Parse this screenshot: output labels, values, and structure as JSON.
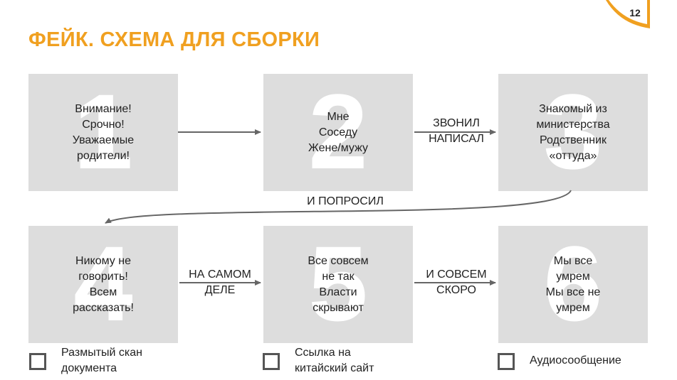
{
  "page_number": "12",
  "title": "ФЕЙК. СХЕМА ДЛЯ СБОРКИ",
  "colors": {
    "accent": "#f0a020",
    "box": "#dddddd",
    "arrow": "#666666"
  },
  "boxes": [
    {
      "number": "1",
      "lines": [
        "Внимание!",
        "Срочно!",
        "Уважаемые",
        "родители!"
      ]
    },
    {
      "number": "2",
      "lines": [
        "Мне",
        "Соседу",
        "Жене/мужу"
      ]
    },
    {
      "number": "3",
      "lines": [
        "Знакомый из",
        "министерства",
        "Родственник",
        "«оттуда»"
      ]
    },
    {
      "number": "4",
      "lines": [
        "Никому не",
        "говорить!",
        "Всем",
        "рассказать!"
      ]
    },
    {
      "number": "5",
      "lines": [
        "Все совсем",
        "не так",
        "Власти",
        "скрывают"
      ]
    },
    {
      "number": "6",
      "lines": [
        "Мы все",
        "умрем",
        "Мы все не",
        "умрем"
      ]
    }
  ],
  "connectors": {
    "c23": [
      "ЗВОНИЛ",
      "НАПИСАЛ"
    ],
    "c34": [
      "И ПОПРОСИЛ"
    ],
    "c45": [
      "НА САМОМ",
      "ДЕЛЕ"
    ],
    "c56": [
      "И СОВСЕМ",
      "СКОРО"
    ]
  },
  "checkboxes": [
    {
      "lines": [
        "Размытый скан",
        "документа"
      ]
    },
    {
      "lines": [
        "Ссылка на",
        "китайский сайт"
      ]
    },
    {
      "lines": [
        "Аудиосообщение"
      ]
    }
  ]
}
